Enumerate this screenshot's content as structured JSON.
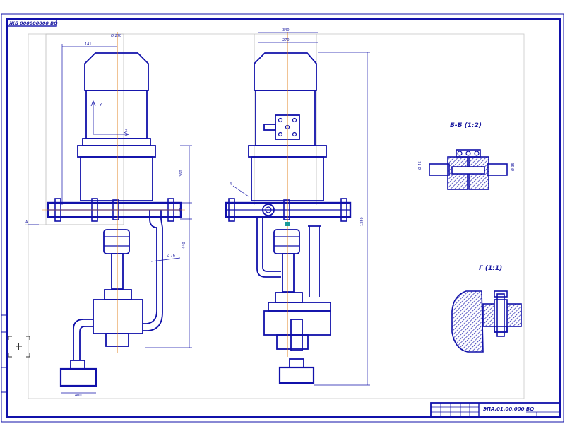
{
  "sheet": {
    "stamp_code": "ЖБ 000000000 ВО",
    "titleblock_code": "ЭПА.01.00.000 ВО",
    "line_color": "#1111aa",
    "axis_color": "#e07a10",
    "frame_color": "#1111aa"
  },
  "views": {
    "front": {
      "top_width_dim": "Ø 270",
      "top_offset_dim": "141",
      "right_dims": [
        "360",
        "35",
        "440"
      ],
      "pipe_dim": "Ø 76",
      "bottom_dim": "400",
      "axis_y": "Y",
      "axis_x": "X",
      "side_mark": "A"
    },
    "side": {
      "top_dim": "340",
      "top_sub_dim": "270",
      "overall_height_dim": "1350",
      "callout_num": "4"
    }
  },
  "sections": {
    "bb": {
      "label": "Б-Б (1:2)",
      "dim_left": "Ø 45",
      "dim_right": "Ø 35"
    },
    "g": {
      "label": "Г (1:1)"
    }
  }
}
